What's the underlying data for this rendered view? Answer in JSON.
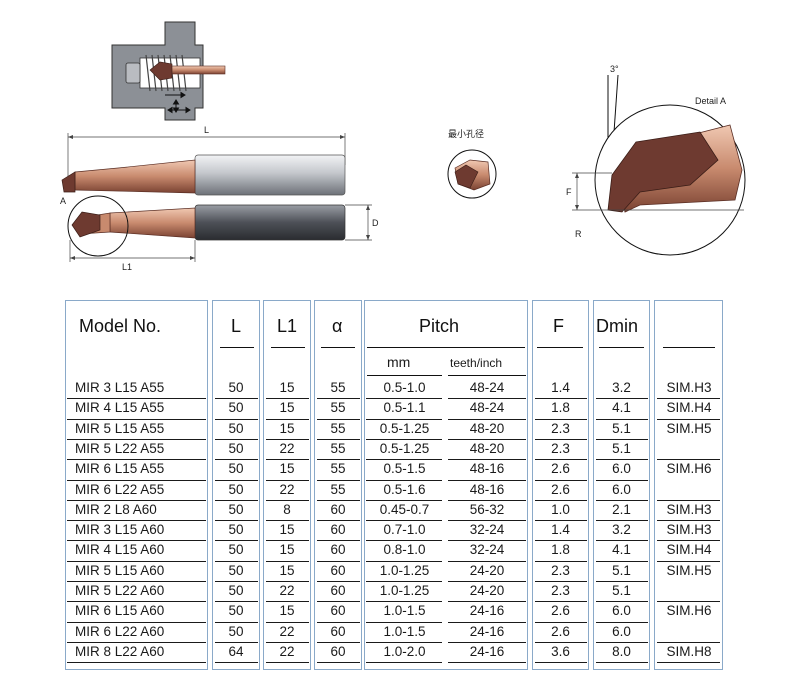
{
  "drawings": {
    "labels": {
      "length": "L",
      "detail_marker": "A",
      "diameter": "D",
      "edge_length": "L1",
      "min_hole": "最小孔径",
      "angle": "3°",
      "detail": "Detail A",
      "flat": "F",
      "radius": "R"
    },
    "colors": {
      "copper": "#c88a6e",
      "copper_dark": "#6e3a30",
      "steel": "#c9cbd0",
      "steel_dark": "#5c5f66",
      "body_gray": "#8c9096",
      "table_border": "#8aa9c9"
    }
  },
  "table": {
    "headers": {
      "model": "Model No.",
      "L": "L",
      "L1": "L1",
      "alpha": "α",
      "pitch": "Pitch",
      "pitch_mm": "mm",
      "pitch_tpi": "teeth/inch",
      "F": "F",
      "Dmin": "Dmin"
    },
    "rows": [
      {
        "model": "MIR 3 L15 A55",
        "L": "50",
        "L1": "15",
        "alpha": "55",
        "mm": "0.5-1.0",
        "tpi": "48-24",
        "F": "1.4",
        "Dmin": "3.2",
        "holder": "SIM.H3"
      },
      {
        "model": "MIR 4 L15 A55",
        "L": "50",
        "L1": "15",
        "alpha": "55",
        "mm": "0.5-1.1",
        "tpi": "48-24",
        "F": "1.8",
        "Dmin": "4.1",
        "holder": "SIM.H4"
      },
      {
        "model": "MIR 5 L15 A55",
        "L": "50",
        "L1": "15",
        "alpha": "55",
        "mm": "0.5-1.25",
        "tpi": "48-20",
        "F": "2.3",
        "Dmin": "5.1",
        "holder": "SIM.H5"
      },
      {
        "model": "MIR 5 L22 A55",
        "L": "50",
        "L1": "22",
        "alpha": "55",
        "mm": "0.5-1.25",
        "tpi": "48-20",
        "F": "2.3",
        "Dmin": "5.1",
        "holder": ""
      },
      {
        "model": "MIR 6 L15 A55",
        "L": "50",
        "L1": "15",
        "alpha": "55",
        "mm": "0.5-1.5",
        "tpi": "48-16",
        "F": "2.6",
        "Dmin": "6.0",
        "holder": "SIM.H6"
      },
      {
        "model": "MIR 6 L22 A55",
        "L": "50",
        "L1": "22",
        "alpha": "55",
        "mm": "0.5-1.6",
        "tpi": "48-16",
        "F": "2.6",
        "Dmin": "6.0",
        "holder": ""
      },
      {
        "model": "MIR 2 L8 A60",
        "L": "50",
        "L1": "8",
        "alpha": "60",
        "mm": "0.45-0.7",
        "tpi": "56-32",
        "F": "1.0",
        "Dmin": "2.1",
        "holder": "SIM.H3"
      },
      {
        "model": "MIR 3 L15 A60",
        "L": "50",
        "L1": "15",
        "alpha": "60",
        "mm": "0.7-1.0",
        "tpi": "32-24",
        "F": "1.4",
        "Dmin": "3.2",
        "holder": "SIM.H3"
      },
      {
        "model": "MIR 4 L15 A60",
        "L": "50",
        "L1": "15",
        "alpha": "60",
        "mm": "0.8-1.0",
        "tpi": "32-24",
        "F": "1.8",
        "Dmin": "4.1",
        "holder": "SIM.H4"
      },
      {
        "model": "MIR 5 L15 A60",
        "L": "50",
        "L1": "15",
        "alpha": "60",
        "mm": "1.0-1.25",
        "tpi": "24-20",
        "F": "2.3",
        "Dmin": "5.1",
        "holder": "SIM.H5"
      },
      {
        "model": "MIR 5 L22 A60",
        "L": "50",
        "L1": "22",
        "alpha": "60",
        "mm": "1.0-1.25",
        "tpi": "24-20",
        "F": "2.3",
        "Dmin": "5.1",
        "holder": ""
      },
      {
        "model": "MIR 6 L15 A60",
        "L": "50",
        "L1": "15",
        "alpha": "60",
        "mm": "1.0-1.5",
        "tpi": "24-16",
        "F": "2.6",
        "Dmin": "6.0",
        "holder": "SIM.H6"
      },
      {
        "model": "MIR 6 L22 A60",
        "L": "50",
        "L1": "22",
        "alpha": "60",
        "mm": "1.0-1.5",
        "tpi": "24-16",
        "F": "2.6",
        "Dmin": "6.0",
        "holder": ""
      },
      {
        "model": "MIR 8 L22 A60",
        "L": "64",
        "L1": "22",
        "alpha": "60",
        "mm": "1.0-2.0",
        "tpi": "24-16",
        "F": "3.6",
        "Dmin": "8.0",
        "holder": "SIM.H8"
      }
    ]
  }
}
